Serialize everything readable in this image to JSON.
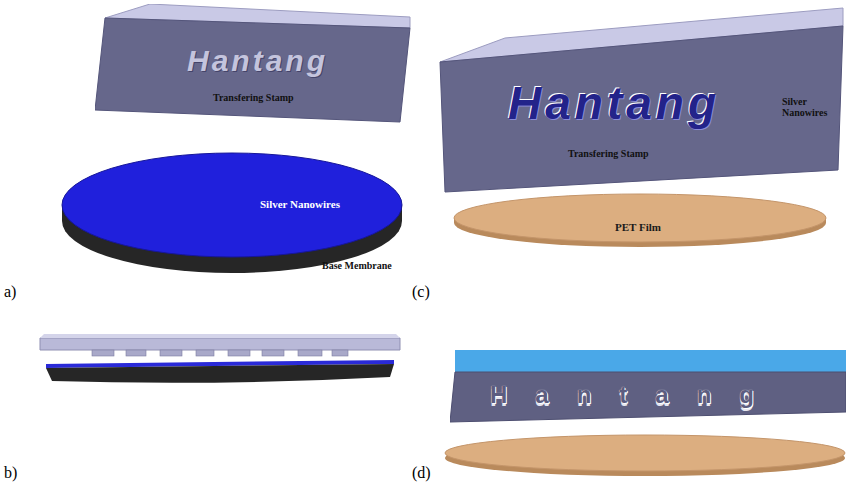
{
  "diagram": {
    "nodes": [
      {
        "text": [
          "Hantang",
          "Transfering Stamp"
        ]
      },
      {
        "text": [
          "Silver Nanowires",
          "Base Membrane"
        ]
      },
      {
        "text": [
          "Hantang",
          "Transfering Stamp"
        ]
      },
      {
        "text": [
          "PET Film"
        ]
      },
      {
        "text": [
          "Hantang"
        ]
      }
    ],
    "labels": [
      "a)",
      "b)",
      "(c)",
      "(d)",
      "Silver Nanowires"
    ]
  }
}
